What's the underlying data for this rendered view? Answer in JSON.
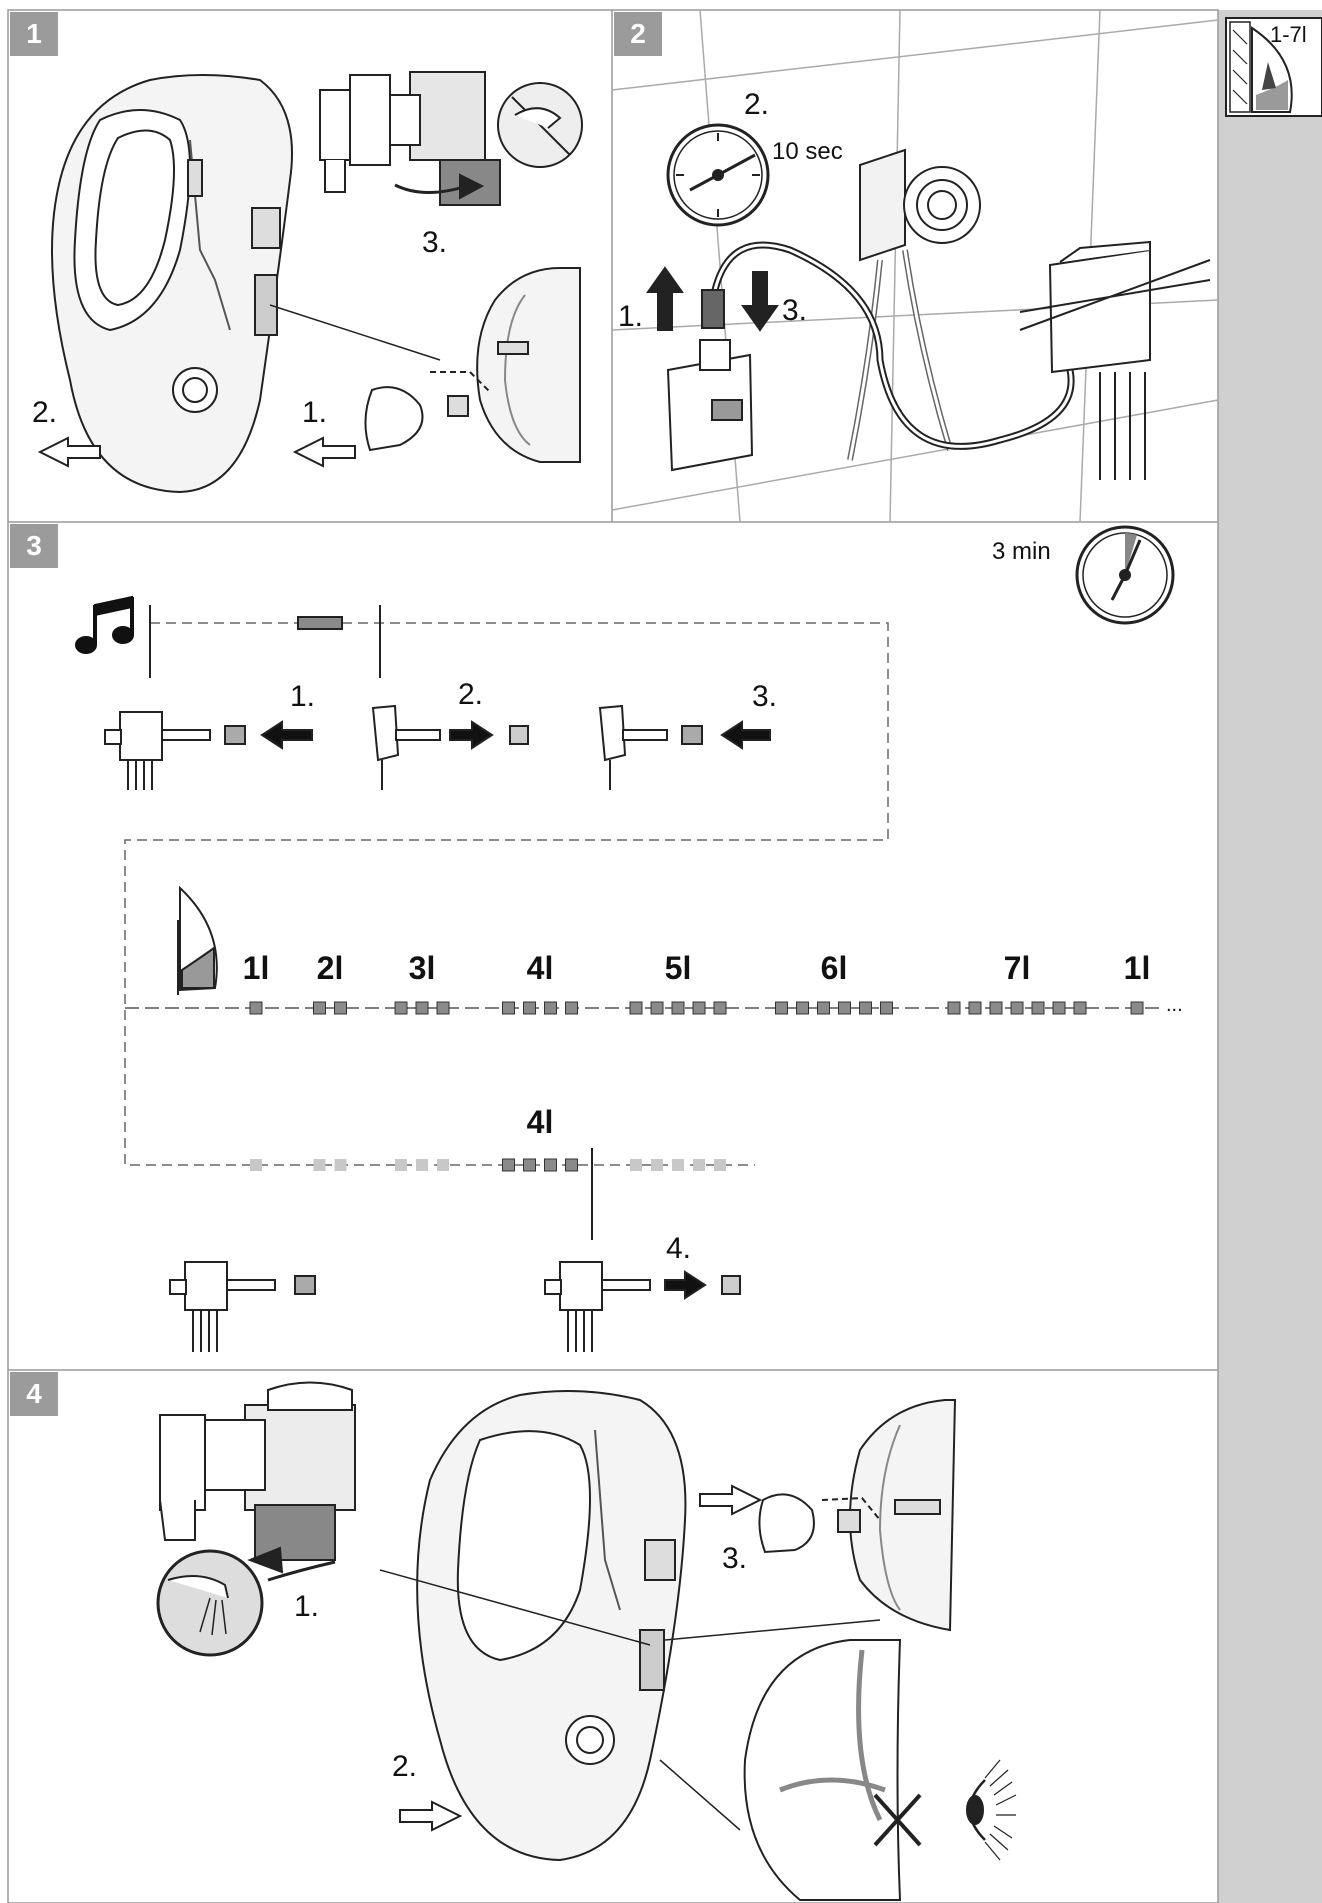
{
  "sidebar": {
    "volume_range_label": "1-7l"
  },
  "panels": [
    {
      "number": "1",
      "steps": [
        "1.",
        "2.",
        "3."
      ]
    },
    {
      "number": "2",
      "steps": [
        "1.",
        "2.",
        "3."
      ],
      "timer": "10 sec"
    },
    {
      "number": "3",
      "timer": "3 min",
      "steps": [
        "1.",
        "2.",
        "3.",
        "4."
      ],
      "volumes": [
        "1l",
        "2l",
        "3l",
        "4l",
        "5l",
        "6l",
        "7l",
        "1l"
      ],
      "ellipsis": "...",
      "selected_volume": "4l"
    },
    {
      "number": "4",
      "steps": [
        "1.",
        "2.",
        "3."
      ]
    }
  ],
  "colors": {
    "badge": "#9b9b9b",
    "sidebar": "#d0d0d0",
    "sequence_dark": "#8a8a8a",
    "sequence_light": "#c8c8c8"
  }
}
